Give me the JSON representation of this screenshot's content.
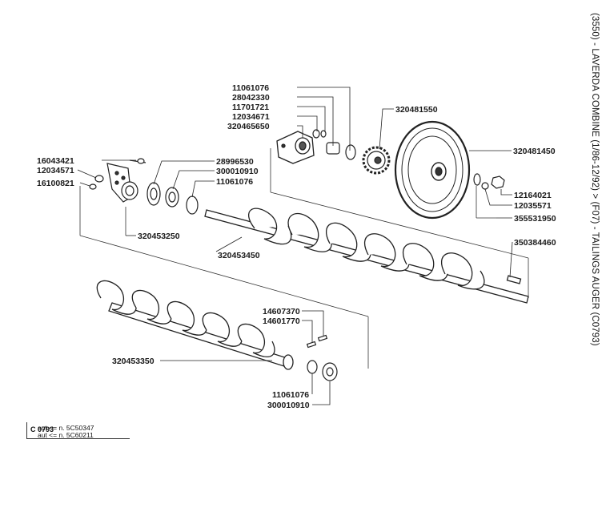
{
  "title": "(3550) - LAVERDA COMBINE (1/86-12/92) > (F07) - TAILINGS AUGER (C0793)",
  "figure_code": "C 0793",
  "notes": [
    "aut <= n. 5C50347",
    "aut <= n. 5C60211"
  ],
  "part_numbers": [
    "11061076",
    "28042330",
    "11701721",
    "12034671",
    "320465650",
    "320481550",
    "320481450",
    "16043421",
    "12034571",
    "16100821",
    "28996530",
    "300010910",
    "11061076",
    "320453250",
    "12164021",
    "12035571",
    "355531950",
    "350384460",
    "320453450",
    "14607370",
    "14601770",
    "320453350",
    "11061076",
    "300010910"
  ]
}
